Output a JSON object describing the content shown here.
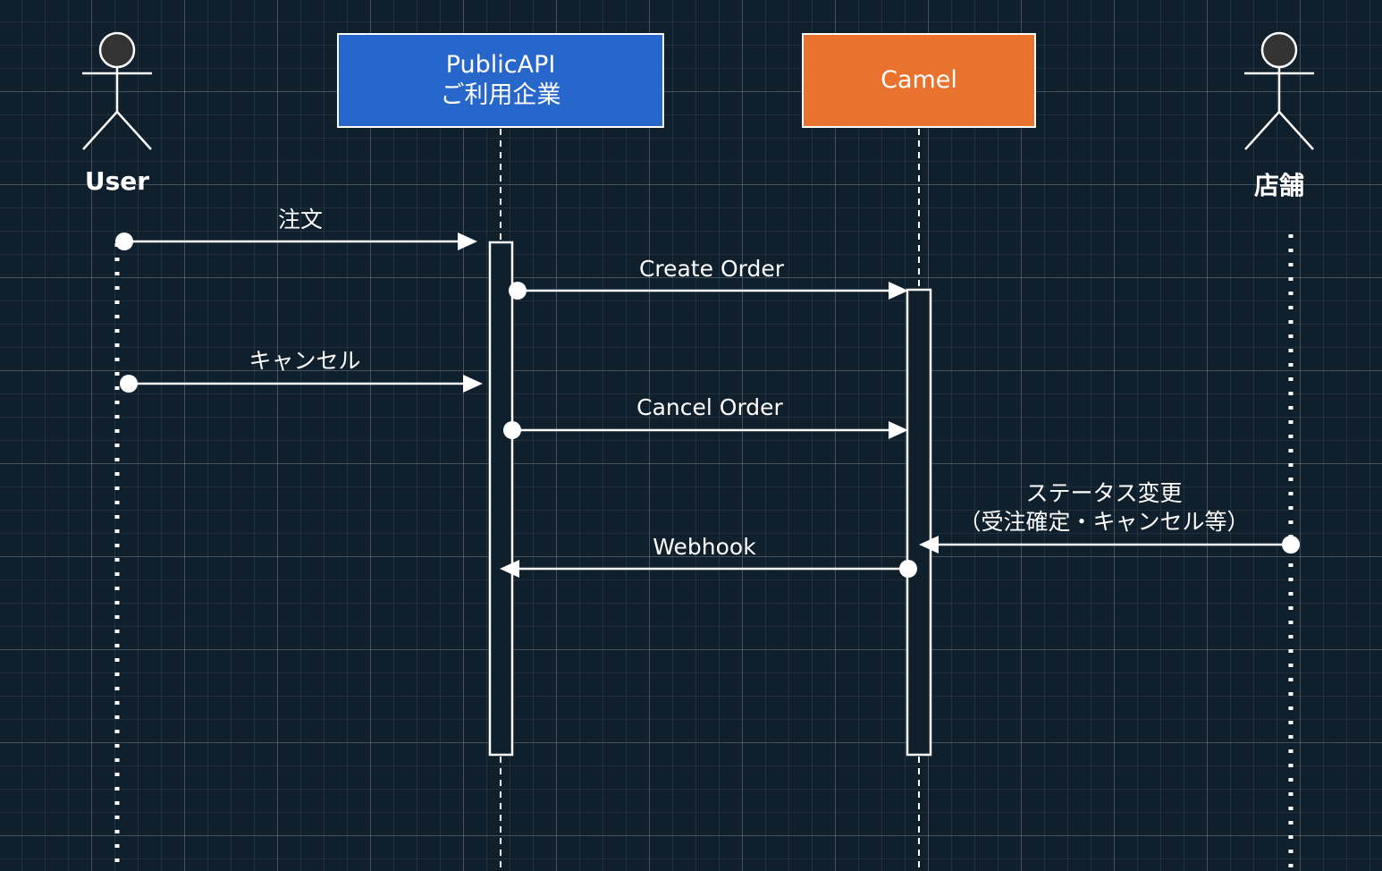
{
  "participants": [
    {
      "id": "user",
      "kind": "actor",
      "label": "User"
    },
    {
      "id": "publicapi",
      "kind": "box",
      "label_line1": "PublicAPI",
      "label_line2": "ご利用企業",
      "fill": "#2767cc"
    },
    {
      "id": "camel",
      "kind": "box",
      "label": "Camel",
      "fill": "#e9722f"
    },
    {
      "id": "store",
      "kind": "actor",
      "label": "店舗"
    }
  ],
  "messages": [
    {
      "from": "user",
      "to": "publicapi",
      "label": "注文"
    },
    {
      "from": "publicapi",
      "to": "camel",
      "label": "Create Order"
    },
    {
      "from": "user",
      "to": "publicapi",
      "label": "キャンセル"
    },
    {
      "from": "publicapi",
      "to": "camel",
      "label": "Cancel Order"
    },
    {
      "from": "store",
      "to": "camel",
      "label_line1": "ステータス変更",
      "label_line2": "（受注確定・キャンセル等）"
    },
    {
      "from": "camel",
      "to": "publicapi",
      "label": "Webhook"
    }
  ],
  "colors": {
    "background": "#0f1f2c",
    "line": "#ffffff",
    "actor_head": "#333333",
    "publicapi_box": "#2767cc",
    "camel_box": "#e9722f"
  }
}
